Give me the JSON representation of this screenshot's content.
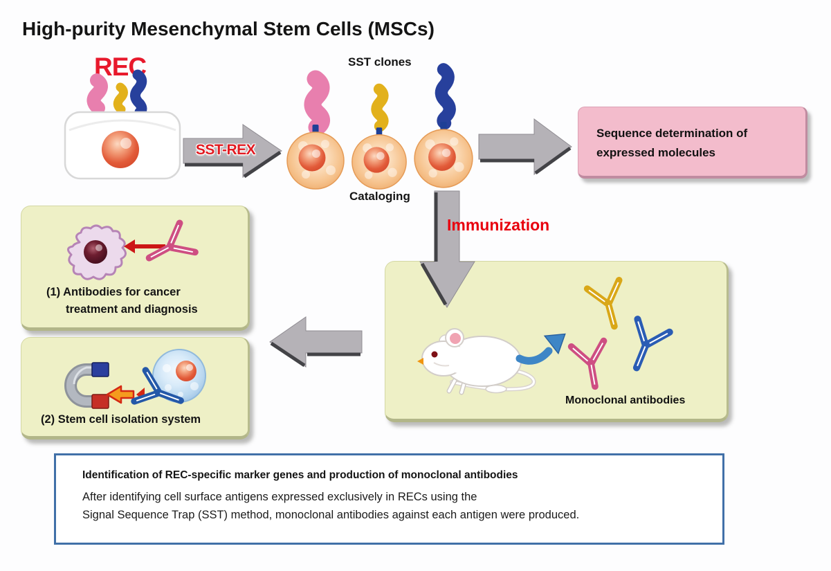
{
  "title": "High-purity Mesenchymal Stem Cells (MSCs)",
  "flow": {
    "rec": "REC",
    "sst_rex": "SST-REX",
    "sst_clones": "SST clones",
    "cataloging": "Cataloging",
    "immunization": "Immunization"
  },
  "sequence_box": {
    "lines": [
      "Sequence determination of",
      "expressed molecules"
    ]
  },
  "monoclonal_box": {
    "caption": "Monoclonal antibodies"
  },
  "applications": [
    {
      "lines": [
        "(1) Antibodies for cancer",
        "treatment and diagnosis"
      ]
    },
    {
      "lines": [
        "(2) Stem cell isolation system"
      ]
    }
  ],
  "summary": {
    "heading": "Identification of REC-specific marker genes and production of monoclonal antibodies",
    "body": [
      "After identifying cell surface antigens expressed exclusively in RECs using the",
      "Signal Sequence Trap (SST) method, monoclonal antibodies against each antigen were produced."
    ]
  },
  "colors": {
    "accent_red": "#e60012",
    "pink_box_bg": "#f3bccc",
    "yellow_box_bg": "#eef0c6",
    "summary_border": "#4170a8",
    "arrow_gray": "#b5b2b7",
    "antibody_yellow": "#d9a718",
    "antibody_pink": "#ce4e82",
    "antibody_blue": "#2a5cb4"
  }
}
